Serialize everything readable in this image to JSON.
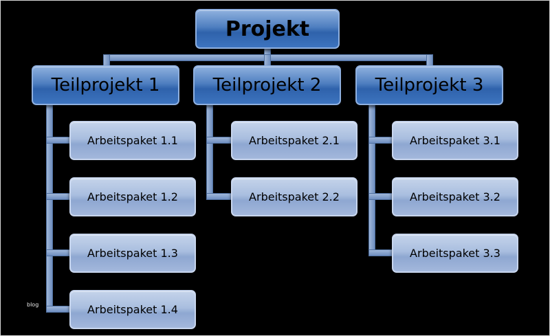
{
  "root": {
    "label": "Projekt"
  },
  "subprojects": [
    {
      "label": "Teilprojekt 1"
    },
    {
      "label": "Teilprojekt 2"
    },
    {
      "label": "Teilprojekt 3"
    }
  ],
  "packages": [
    {
      "label": "Arbeitspaket 1.1"
    },
    {
      "label": "Arbeitspaket 1.2"
    },
    {
      "label": "Arbeitspaket 1.3"
    },
    {
      "label": "Arbeitspaket 1.4"
    },
    {
      "label": "Arbeitspaket 2.1"
    },
    {
      "label": "Arbeitspaket 2.2"
    },
    {
      "label": "Arbeitspaket 3.1"
    },
    {
      "label": "Arbeitspaket 3.2"
    },
    {
      "label": "Arbeitspaket 3.3"
    }
  ],
  "watermark": "blog",
  "colors": {
    "background": "#000000",
    "box_dark": "#3d74bf",
    "box_light": "#a3b8dc",
    "connector": "#7f9fcc"
  }
}
